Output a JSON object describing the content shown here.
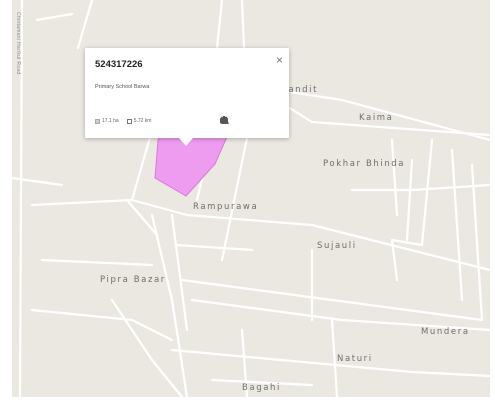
{
  "popup": {
    "title": "524317226",
    "subtitle": "Primary School Barwa",
    "area": "17.1 ha",
    "perimeter": "5.72 km",
    "actions": [
      "fill-icon",
      "edit-icon",
      "camera-icon",
      "delete-icon"
    ],
    "close_symbol": "×"
  },
  "road_label": "Chintamani Harikul Road",
  "places": [
    "Pandit",
    "Kaima",
    "Pokhar Bhinda",
    "Rampurawa",
    "Sujauli",
    "Pipra Bazar",
    "Mundera",
    "Naturi",
    "Bagahi"
  ],
  "colors": {
    "land": "#ebe8e1",
    "road": "#ffffff",
    "polygon_fill": "#ee9cef",
    "polygon_stroke": "#d978da",
    "label": "#6e6e6e"
  }
}
